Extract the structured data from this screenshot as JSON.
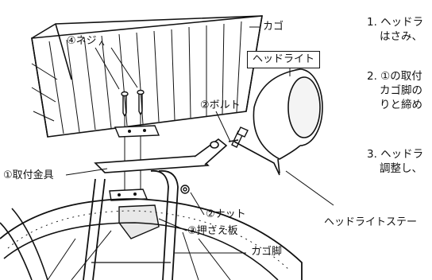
{
  "labels": {
    "basket": "カゴ",
    "screw": "④ネジ",
    "headlight": "ヘッドライト",
    "bolt": "②ボルト",
    "mounting_bracket": "①取付金具",
    "nut": "②ナット",
    "press_plate": "③押さえ板",
    "headlight_stay": "ヘッドライトステー",
    "basket_leg": "カゴ脚"
  },
  "steps": [
    {
      "line1": "1. ヘッドラ",
      "line2": "はさみ、"
    },
    {
      "line1": "2. ①の取付",
      "line2": "カゴ脚の",
      "line3": "りと締め"
    },
    {
      "line1": "3. ヘッドラ",
      "line2": "調整し、"
    }
  ]
}
